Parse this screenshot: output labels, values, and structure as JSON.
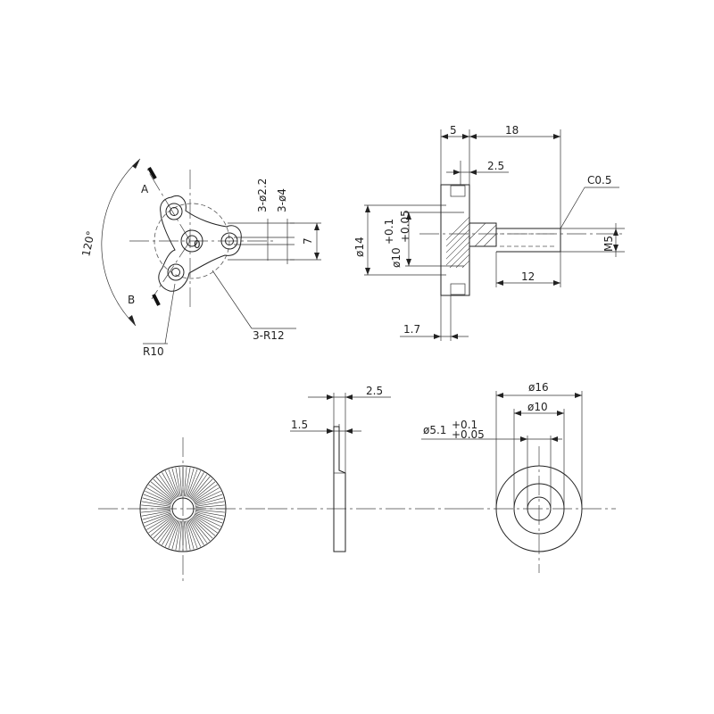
{
  "front_view": {
    "angle_label": "120°",
    "section_a_label": "A",
    "section_b_label": "B",
    "center_label": "0",
    "hole_dia_label": "3-ø2.2",
    "boss_dia_label": "3-ø4",
    "height_label": "7",
    "radius_small_label": "R10",
    "radius_large_label": "3-R12"
  },
  "side_view": {
    "flange_width_label": "5",
    "total_length_label": "18",
    "step_label": "2.5",
    "chamfer_label": "C0.5",
    "outer_dia_label": "ø14",
    "bore_dia_label": "ø10",
    "bore_tol_upper": "+0.1",
    "bore_tol_lower": "+0.05",
    "thread_label": "M5",
    "shaft_length_label": "12",
    "wall_label": "1.7"
  },
  "washer_side": {
    "total_width_label": "2.5",
    "step_label": "1.5"
  },
  "washer_top": {
    "outer_dia_label": "ø16",
    "mid_dia_label": "ø10",
    "hole_dia_label": "ø5.1",
    "hole_tol_upper": "+0.1",
    "hole_tol_lower": "+0.05"
  }
}
